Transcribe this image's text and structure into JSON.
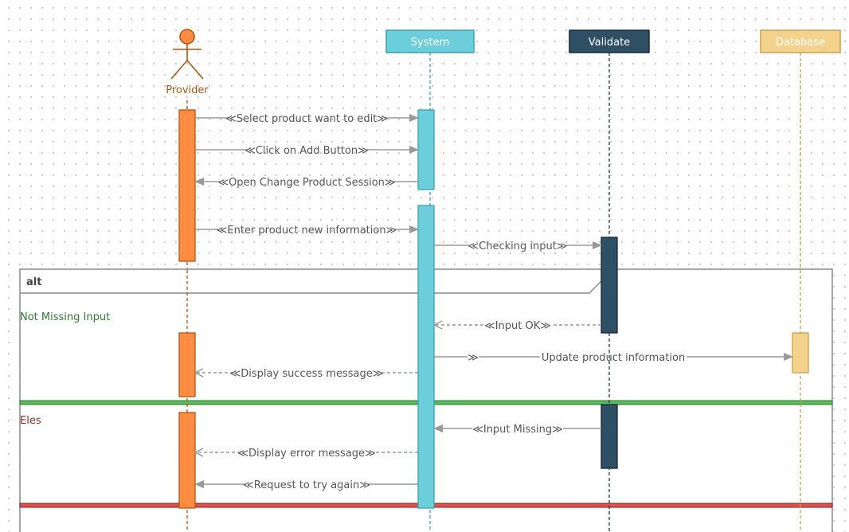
{
  "participants": {
    "provider": "Provider",
    "system": "System",
    "validate": "Validate",
    "database": "Database"
  },
  "messages": {
    "select_product": "≪Select product want to edit≫",
    "click_add": "≪Click on Add Button≫",
    "open_session": "≪Open Change Product Session≫",
    "enter_info": "≪Enter product new information≫",
    "checking_input": "≪Checking input≫",
    "input_ok": "≪Input OK≫",
    "update_prefix": "≫",
    "update_info": "Update product information",
    "display_success": "≪Display success message≫",
    "input_missing": "≪Input Missing≫",
    "display_error": "≪Display error message≫",
    "request_retry": "≪Request to try again≫"
  },
  "fragment": {
    "operator": "alt",
    "guard_1": "Not Missing Input",
    "guard_2": "Eles"
  },
  "colors": {
    "provider": "#ff8c40",
    "provider_stroke": "#b5540f",
    "system": "#6dcedb",
    "system_stroke": "#36a3b3",
    "validate": "#2f4f64",
    "database": "#f3d28c",
    "database_stroke": "#c9a24f",
    "arrow": "#999999",
    "guard_1": "#2e7d32",
    "guard_2": "#8b2d1f",
    "divider_green": "#5cb85c",
    "divider_red": "#d9534f"
  }
}
